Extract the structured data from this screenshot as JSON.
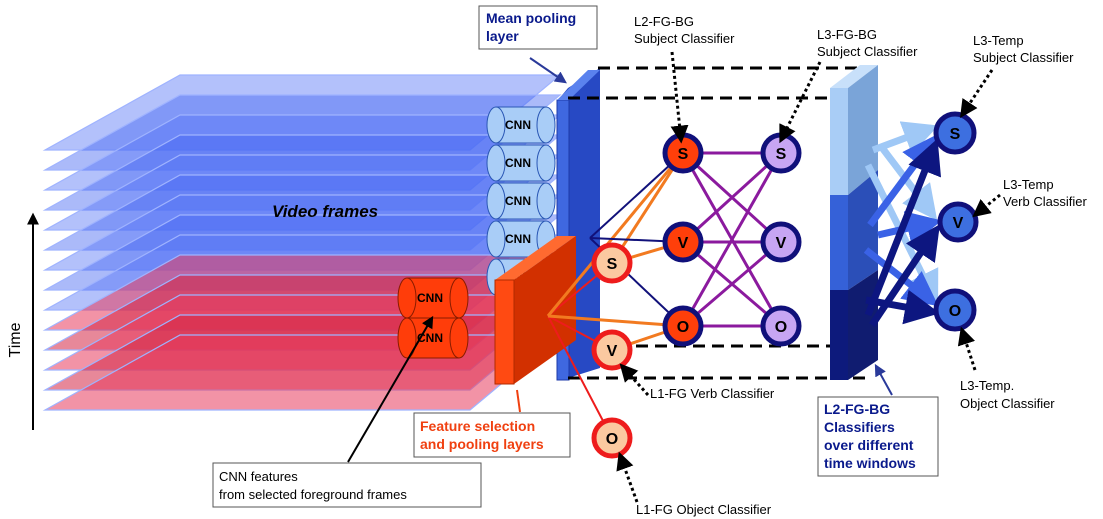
{
  "axis": {
    "time_label": "Time"
  },
  "frames_label": "Video frames",
  "cnn_label": "CNN",
  "boxes": {
    "mean_pooling": [
      "Mean pooling",
      "layer"
    ],
    "feature_selection": [
      "Feature selection",
      "and pooling layers"
    ],
    "cnn_features": [
      "CNN features",
      "from selected foreground frames"
    ],
    "l2_time_windows": [
      "L2-FG-BG",
      "Classifiers",
      "over different",
      "time windows"
    ]
  },
  "classifier_labels": {
    "l2_subject": [
      "L2-FG-BG",
      "Subject Classifier"
    ],
    "l3_subject": [
      "L3-FG-BG",
      "Subject Classifier"
    ],
    "l3_temp_subject": [
      "L3-Temp",
      "Subject Classifier"
    ],
    "l3_temp_verb": [
      "L3-Temp",
      "Verb Classifier"
    ],
    "l3_temp_object": [
      "L3-Temp.",
      "Object Classifier"
    ],
    "l1_verb": "L1-FG Verb Classifier",
    "l1_object": "L1-FG Object Classifier"
  },
  "nodes": {
    "s": "S",
    "v": "V",
    "o": "O"
  },
  "colors": {
    "frame_blue": "#3d5cf5",
    "frame_red": "#e8203a",
    "cnn_blue": "#a9cdf7",
    "cnn_red": "#ff3d0a",
    "l1_fill": "#fbc9a0",
    "l1_ring": "#ee1c1c",
    "l2_fill": "#ff3f0a",
    "l3_fill": "#c7a5f3",
    "temp_fill": "#3d6fe0",
    "ring_navy": "#10107a",
    "purple_edge": "#8b1a9e",
    "orange_edge": "#f27a20"
  }
}
